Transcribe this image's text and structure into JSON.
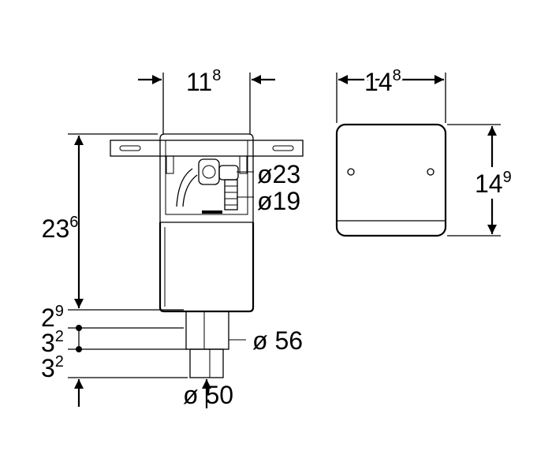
{
  "dimensions": {
    "top_width": {
      "main": "11",
      "sup": "8"
    },
    "cover_width": {
      "main": "14",
      "sup": "8"
    },
    "cover_height": {
      "main": "14",
      "sup": "9"
    },
    "body_height": {
      "main": "23",
      "sup": "6"
    },
    "step_1": {
      "main": "2",
      "sup": "9"
    },
    "step_2": {
      "main": "3",
      "sup": "2"
    },
    "step_3": {
      "main": "3",
      "sup": "2"
    },
    "hose_outer": "ø23",
    "hose_inner": "ø19",
    "pipe_outer": "ø 56",
    "pipe_inner": "ø 50"
  },
  "colors": {
    "stroke": "#000000",
    "background": "#ffffff"
  }
}
